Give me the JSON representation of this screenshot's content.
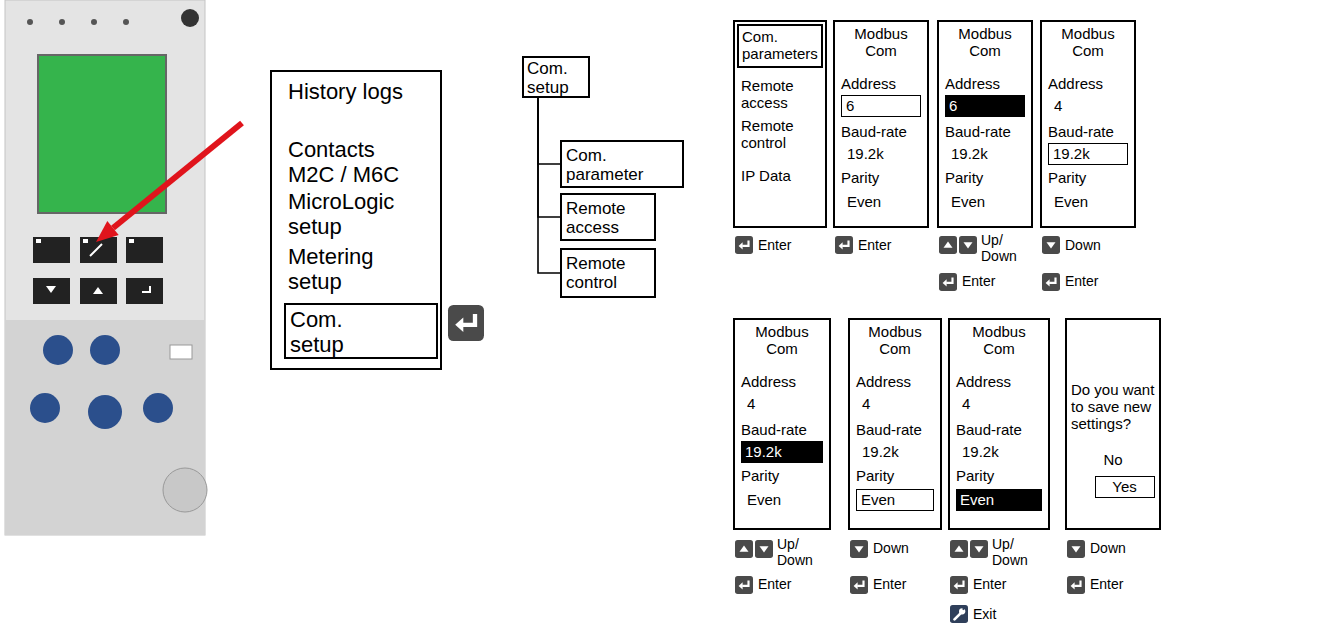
{
  "diagram": {
    "nodes": [
      {
        "text": [
          "History logs",
          "Contacts M2C / M6C",
          "MicroLogic setup",
          "Metering setup"
        ]
      },
      {
        "text": [
          "Com. setup"
        ],
        "in": 0
      },
      {
        "text": [
          "Com. setup"
        ]
      },
      {
        "text": [
          "Com. parameter"
        ]
      },
      {
        "text": [
          "Remote access"
        ]
      },
      {
        "text": [
          "Remote control"
        ]
      },
      {
        "text": [
          "Remote access",
          "Remote control",
          "IP Data"
        ]
      },
      {
        "text": [
          "Com. parameters"
        ],
        "in": 6
      },
      {
        "text": [
          "Modbus Com",
          "Address",
          "Baud-rate",
          "19.2k",
          "Parity",
          "Even"
        ]
      },
      {
        "text": [
          "6"
        ],
        "in": 8
      },
      {
        "text": [
          "Modbus Com",
          "Address",
          "Baud-rate",
          "19.2k",
          "Parity",
          "Even"
        ]
      },
      {
        "text": [
          "6"
        ],
        "in": 10
      },
      {
        "text": [
          "Modbus Com",
          "Address",
          "4",
          "Baud-rate",
          "Parity",
          "Even"
        ]
      },
      {
        "text": [
          "19.2k"
        ],
        "in": 12
      },
      {
        "text": [
          "Modbus Com",
          "Address",
          "4",
          "Baud-rate",
          "Parity",
          "Even"
        ]
      },
      {
        "text": [
          "19.2k"
        ],
        "in": 14
      },
      {
        "text": [
          "Modbus Com",
          "Address",
          "4",
          "Baud-rate",
          "19.2k",
          "Parity"
        ]
      },
      {
        "text": [
          "Even"
        ],
        "in": 16
      },
      {
        "text": [
          "Modbus Com",
          "Address",
          "4",
          "Baud-rate",
          "19.2k",
          "Parity"
        ]
      },
      {
        "text": [
          "Even"
        ],
        "in": 18
      },
      {
        "text": [
          "Do you want to save new settings?",
          "No"
        ]
      },
      {
        "text": [
          "Yes"
        ],
        "in": 20
      }
    ],
    "edges": [
      {
        "from": 2,
        "to": 3,
        "arrow": "none"
      },
      {
        "from": 2,
        "to": 4,
        "arrow": "none"
      },
      {
        "from": 2,
        "to": 5,
        "arrow": "none"
      }
    ],
    "labels": [
      "Enter",
      "Enter",
      "Up/ Down",
      "Enter",
      "Down",
      "Enter",
      "Up/ Down",
      "Enter",
      "Down",
      "Enter",
      "Up/ Down",
      "Enter",
      "Exit",
      "Down",
      "Enter"
    ]
  }
}
